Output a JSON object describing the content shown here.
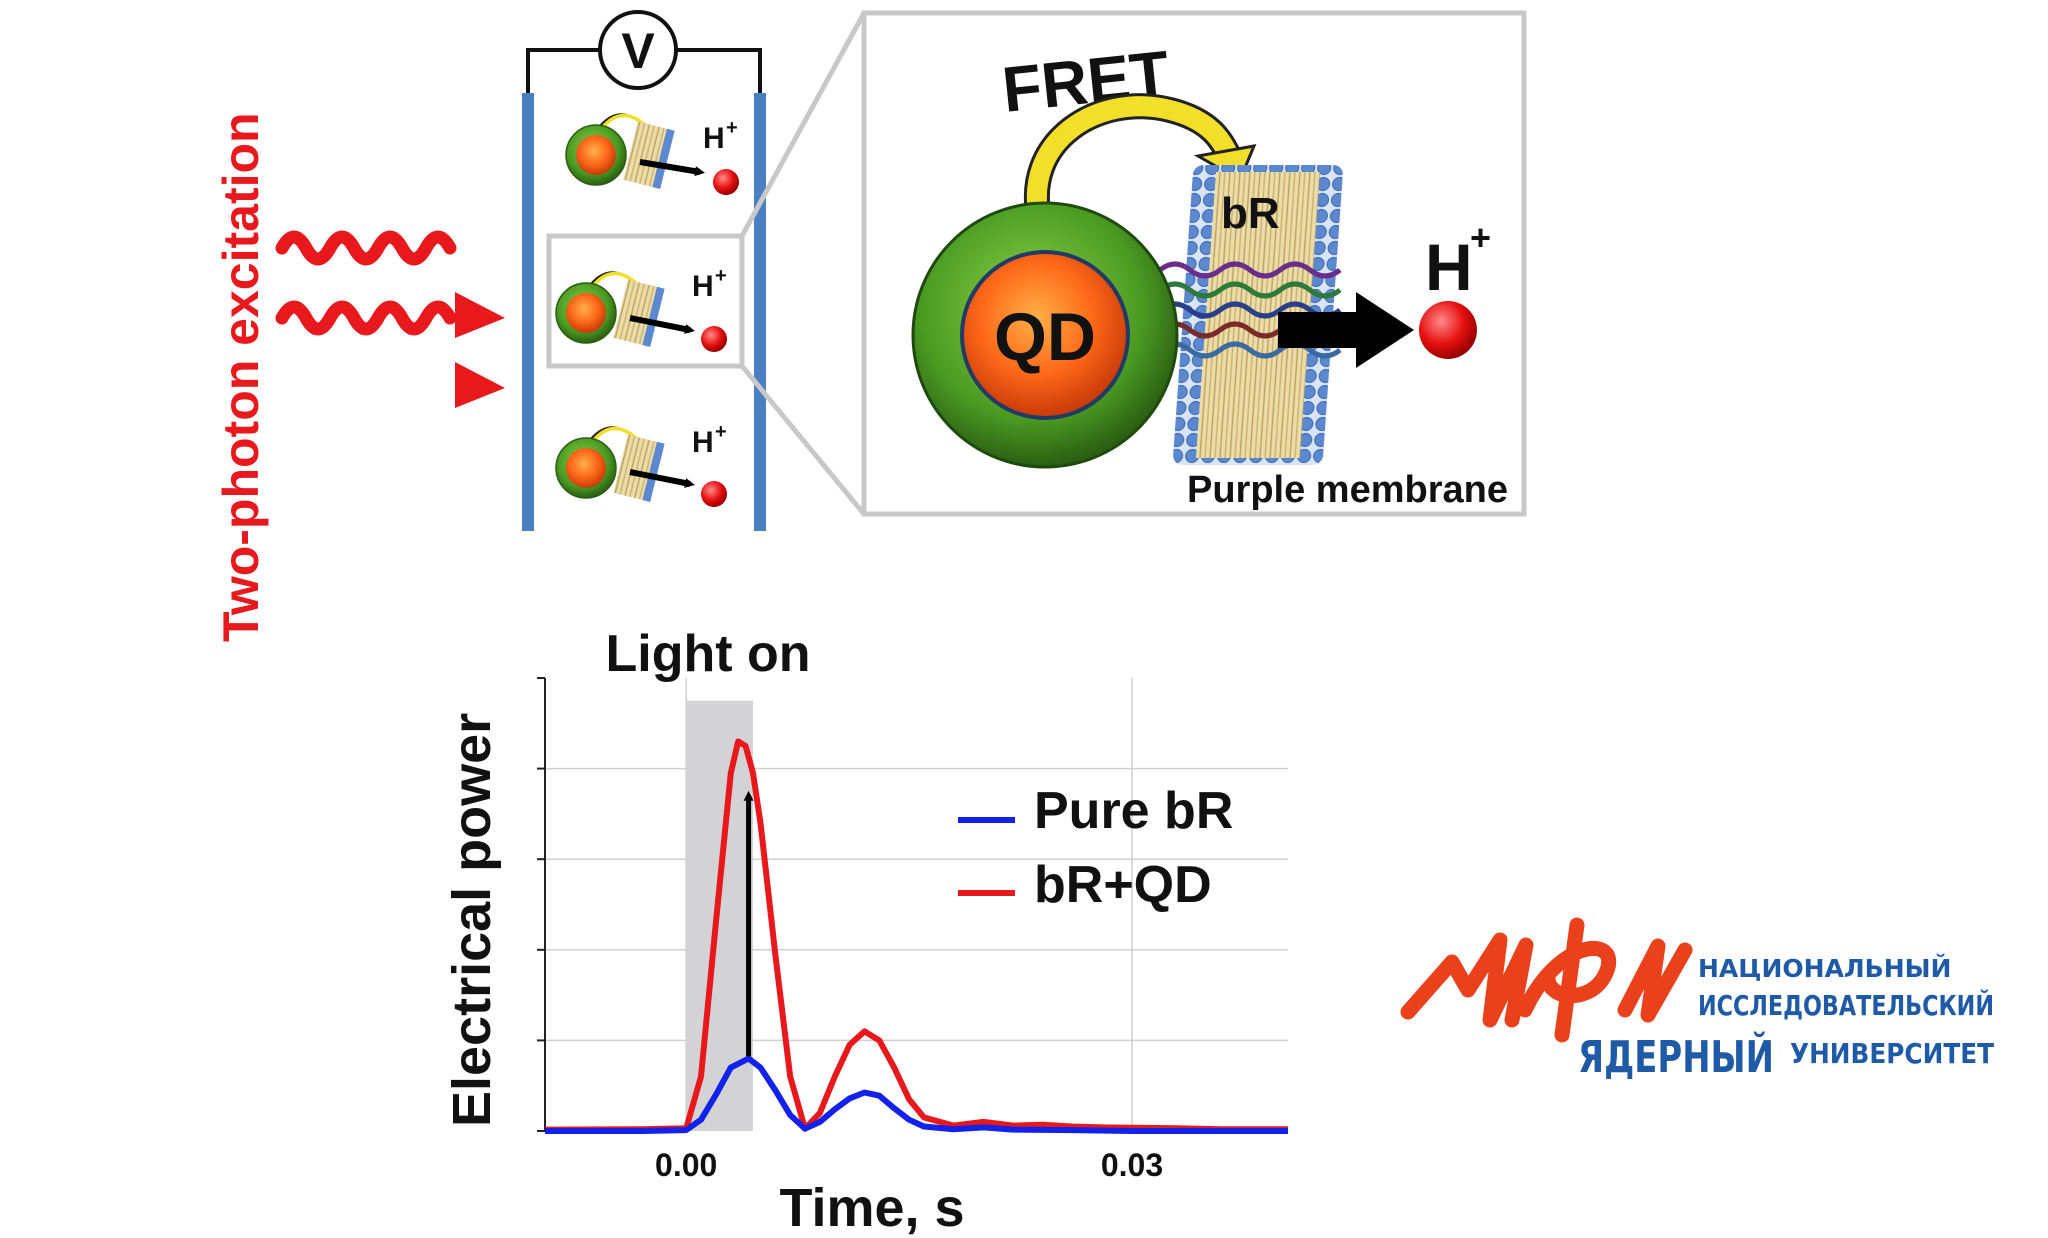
{
  "excitation": {
    "label": "Two-photon excitation",
    "color": "#e8191c"
  },
  "circuit": {
    "voltmeter": "V",
    "ion": "H",
    "ion_charge": "+"
  },
  "inset": {
    "fret_label": "FRET",
    "qd_label": "QD",
    "br_label": "bR",
    "ion": "H",
    "ion_charge": "+",
    "membrane_label": "Purple membrane"
  },
  "chart_data": {
    "type": "line",
    "annotation": "Light on",
    "xlabel": "Time, s",
    "ylabel": "Electrical power",
    "x_ticks": [
      "0.00",
      "0.03"
    ],
    "xlim": [
      -0.0095,
      0.0405
    ],
    "ylim": [
      0,
      1.0
    ],
    "grid": true,
    "legend_position": "right",
    "light_on_interval": [
      0.0,
      0.0045
    ],
    "series": [
      {
        "name": "Pure bR",
        "color": "#1222e8",
        "x": [
          -0.0095,
          -0.003,
          0.0,
          0.001,
          0.002,
          0.003,
          0.0042,
          0.005,
          0.006,
          0.007,
          0.008,
          0.009,
          0.01,
          0.011,
          0.012,
          0.013,
          0.014,
          0.015,
          0.016,
          0.018,
          0.02,
          0.022,
          0.026,
          0.03,
          0.035,
          0.0405
        ],
        "y": [
          0,
          0,
          0.002,
          0.025,
          0.08,
          0.14,
          0.16,
          0.14,
          0.09,
          0.035,
          0.005,
          0.02,
          0.048,
          0.072,
          0.085,
          0.078,
          0.05,
          0.025,
          0.01,
          0.004,
          0.008,
          0.003,
          0.002,
          0,
          0,
          0
        ]
      },
      {
        "name": "bR+QD",
        "color": "#e8191c",
        "x": [
          -0.0095,
          -0.003,
          0.0,
          0.001,
          0.002,
          0.003,
          0.0035,
          0.004,
          0.0045,
          0.005,
          0.006,
          0.007,
          0.008,
          0.009,
          0.01,
          0.011,
          0.012,
          0.013,
          0.014,
          0.015,
          0.016,
          0.018,
          0.02,
          0.022,
          0.024,
          0.026,
          0.028,
          0.03,
          0.033,
          0.036,
          0.0405
        ],
        "y": [
          0.003,
          0.004,
          0.006,
          0.12,
          0.46,
          0.79,
          0.86,
          0.85,
          0.79,
          0.68,
          0.39,
          0.12,
          0.005,
          0.04,
          0.12,
          0.19,
          0.22,
          0.2,
          0.14,
          0.07,
          0.03,
          0.012,
          0.02,
          0.012,
          0.014,
          0.01,
          0.008,
          0.007,
          0.006,
          0.004,
          0.004
        ]
      }
    ]
  },
  "logo": {
    "mark": "МИФИ",
    "line1": "НАЦИОНАЛЬНЫЙ",
    "line2": "ИССЛЕДОВАТЕЛЬСКИЙ",
    "line3a": "ЯДЕРНЫЙ",
    "line3b": "УНИВЕРСИТЕТ",
    "red": "#e8411c",
    "blue": "#1f5aa6"
  }
}
